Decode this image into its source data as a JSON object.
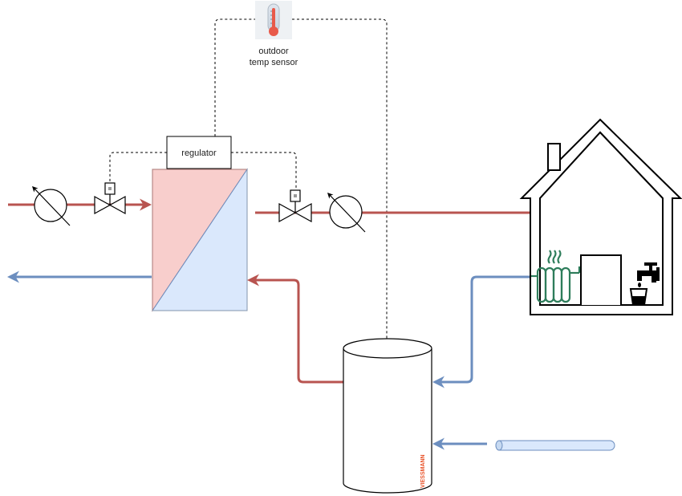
{
  "labels": {
    "sensor_line1": "outdoor",
    "sensor_line2": "temp sensor",
    "regulator": "regulator",
    "brand": "VIESSMANN"
  },
  "icons": {
    "thermometer": "thermometer-icon",
    "radiator": "radiator-icon",
    "faucet": "faucet-icon",
    "glass": "glass-icon",
    "flowmeter": "flowmeter-icon",
    "valve": "control-valve-icon",
    "house": "house-icon",
    "tank": "storage-tank-icon",
    "heat_exchanger": "heat-exchanger-icon",
    "pipe": "cold-water-pipe-icon"
  },
  "colors": {
    "hot": "#b85450",
    "cold": "#6c8ebf",
    "exchanger_hot": "#f8cecc",
    "exchanger_cold": "#dae8fc",
    "radiator": "#2e7d5b",
    "brand": "#e8532a",
    "line": "#000000"
  }
}
